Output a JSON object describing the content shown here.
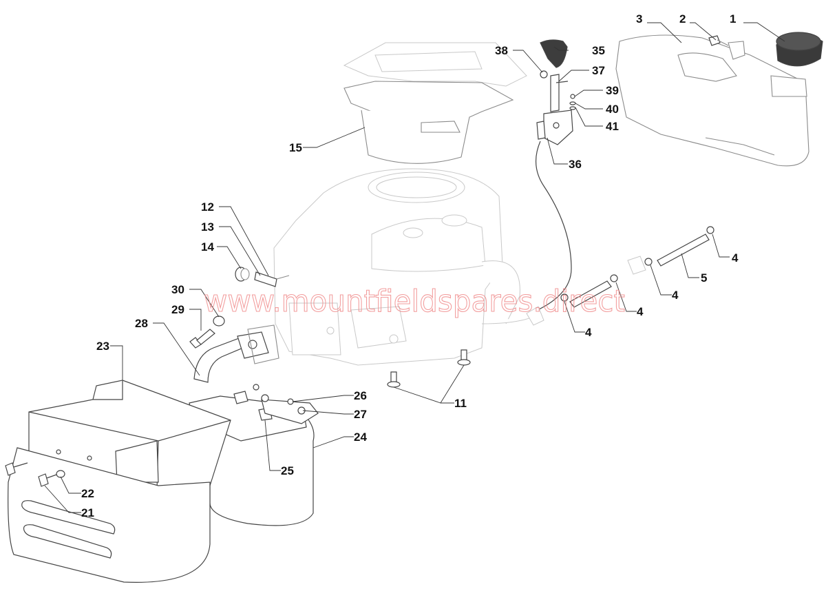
{
  "watermark": "www.mountfieldspares.direct",
  "callouts": [
    "1",
    "2",
    "3",
    "4",
    "4",
    "4",
    "4",
    "5",
    "11",
    "12",
    "13",
    "14",
    "15",
    "21",
    "22",
    "23",
    "24",
    "25",
    "26",
    "27",
    "28",
    "29",
    "30",
    "35",
    "36",
    "37",
    "38",
    "39",
    "40",
    "41"
  ]
}
